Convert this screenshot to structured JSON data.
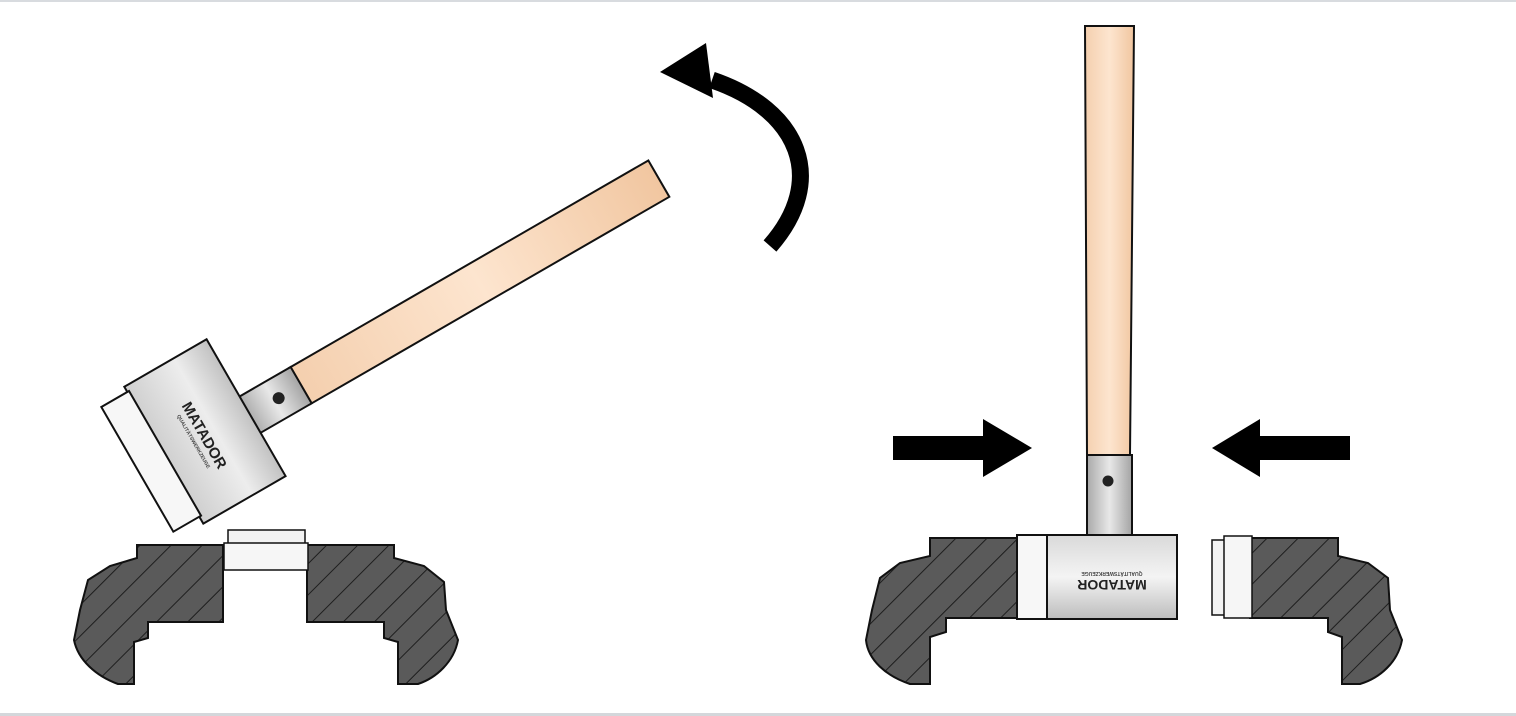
{
  "brand": {
    "name": "MATADOR",
    "tagline": "QUALITÄTSWERKZEUGE"
  },
  "colors": {
    "handle_wood": "#f6d2b0",
    "metal": "#c9c9c9",
    "rubber_dark": "#4a4a4a",
    "arrow": "#000000"
  },
  "panels": [
    {
      "step": "strike",
      "icons": [
        "hammer-icon",
        "rotate-arrow-icon"
      ]
    },
    {
      "step": "press",
      "icons": [
        "hammer-icon",
        "push-right-arrow-icon",
        "push-left-arrow-icon"
      ]
    }
  ]
}
